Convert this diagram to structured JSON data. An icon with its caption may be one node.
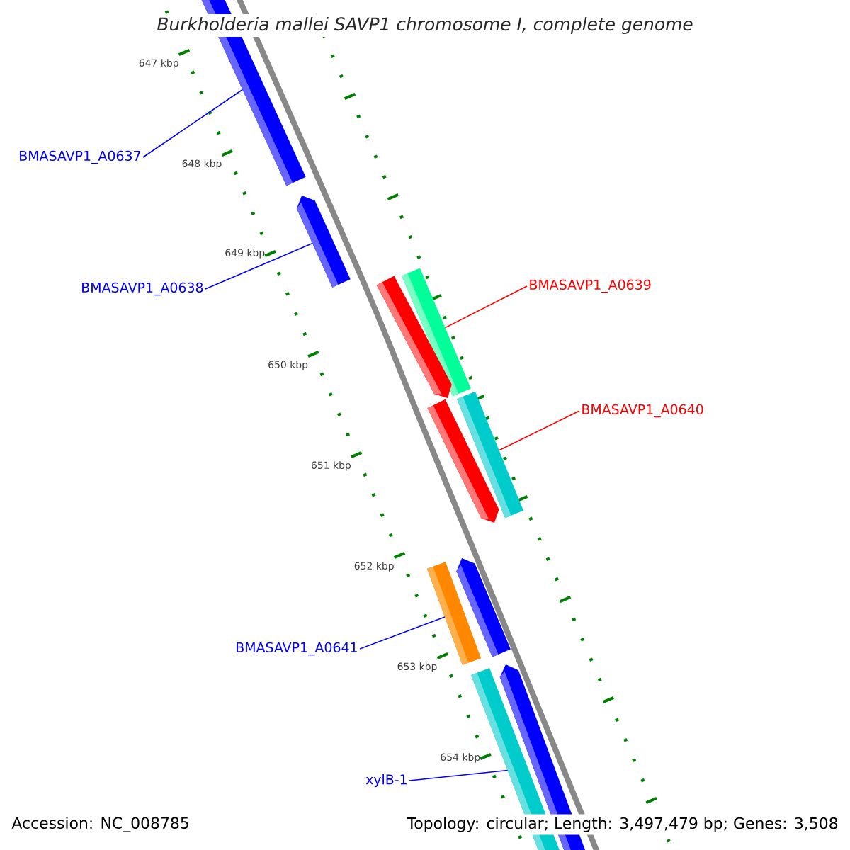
{
  "diagram": {
    "title": "*Burkholderia mallei* SAVP1 chromosome I, complete genome",
    "nodes": [
      {
        "text": [],
        "shape": "bar"
      },
      {
        "text": [],
        "shape": "bar"
      },
      {
        "text": [],
        "shape": "bar"
      },
      {
        "text": [],
        "shape": "bar"
      },
      {
        "text": [],
        "shape": "bar"
      },
      {
        "text": [],
        "shape": "bar"
      },
      {
        "text": [],
        "shape": "bar"
      },
      {
        "text": [],
        "shape": "bar"
      },
      {
        "text": [],
        "shape": "bar"
      },
      {
        "text": [],
        "shape": "bar"
      },
      {
        "text": [
          "BMASAVP1_A0637"
        ]
      },
      {
        "text": [
          "BMASAVP1_A0638"
        ]
      },
      {
        "text": [
          "BMASAVP1_A0639"
        ]
      },
      {
        "text": [
          "BMASAVP1_A0640"
        ]
      },
      {
        "text": [
          "BMASAVP1_A0641"
        ]
      },
      {
        "text": [
          "xylB-1"
        ]
      }
    ],
    "edges": [
      {
        "from": 10,
        "to": 0,
        "arrow": "none"
      },
      {
        "from": 11,
        "to": 1,
        "arrow": "none"
      },
      {
        "from": 12,
        "to": 2,
        "arrow": "none",
        "color": "#ff0000"
      },
      {
        "from": 13,
        "to": 4,
        "arrow": "none",
        "color": "#ff0000"
      },
      {
        "from": 14,
        "to": 6,
        "arrow": "none"
      },
      {
        "from": 15,
        "to": 8,
        "arrow": "none"
      }
    ],
    "labels": [
      "647 kbp",
      "648 kbp",
      "649 kbp",
      "650 kbp",
      "651 kbp",
      "652 kbp",
      "653 kbp",
      "654 kbp",
      "Accession: NC_008785",
      "Topology: circular; Length: 3,497,479 bp; Genes: 3,508"
    ]
  }
}
